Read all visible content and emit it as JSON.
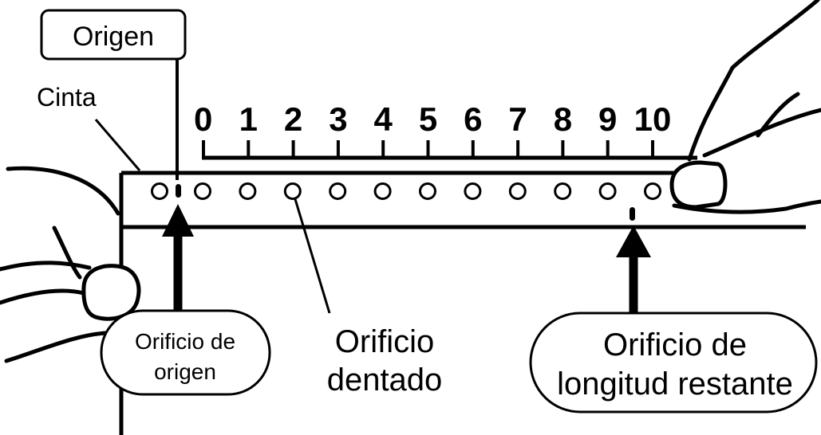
{
  "labels": {
    "origin": "Origen",
    "tape": "Cinta",
    "origin_hole": [
      "Orificio de",
      "origen"
    ],
    "sprocket_hole": [
      "Orificio",
      "dentado"
    ],
    "remaining_hole": [
      "Orificio de",
      "longitud restante"
    ]
  },
  "scale": {
    "ticks": [
      "0",
      "1",
      "2",
      "3",
      "4",
      "5",
      "6",
      "7",
      "8",
      "9",
      "10"
    ]
  },
  "sprocket_hole_count": 12,
  "colors": {
    "ink": "#000000",
    "paper": "#ffffff"
  }
}
